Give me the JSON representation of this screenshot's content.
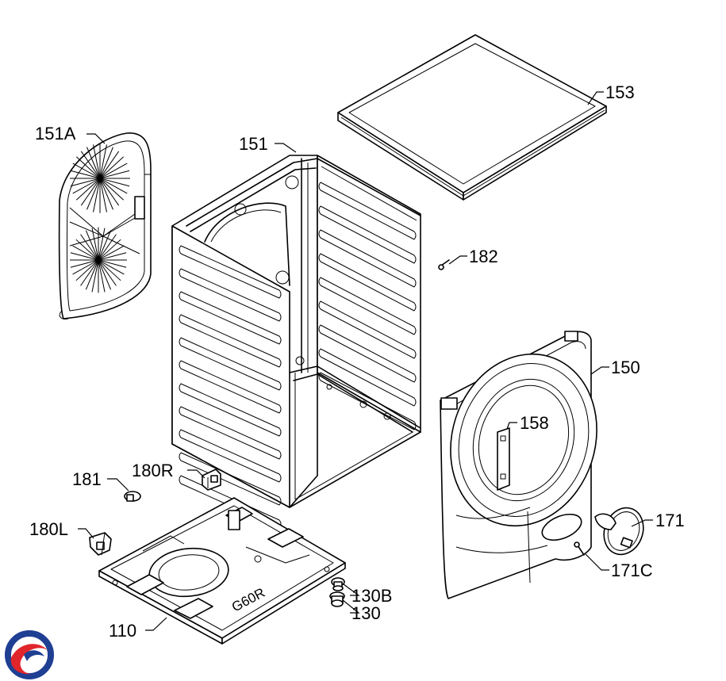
{
  "labels": {
    "p151A": "151A",
    "p151": "151",
    "p153": "153",
    "p182": "182",
    "p150": "150",
    "p158": "158",
    "p180R": "180R",
    "p181": "181",
    "p180L": "180L",
    "p171": "171",
    "p171C": "171C",
    "p130B": "130B",
    "p130": "130",
    "p110": "110"
  },
  "base_stamp": "G60R",
  "colors": {
    "line": "#000000",
    "background": "#ffffff",
    "logo_blue": "#1f3f93",
    "logo_red": "#e0252b"
  }
}
